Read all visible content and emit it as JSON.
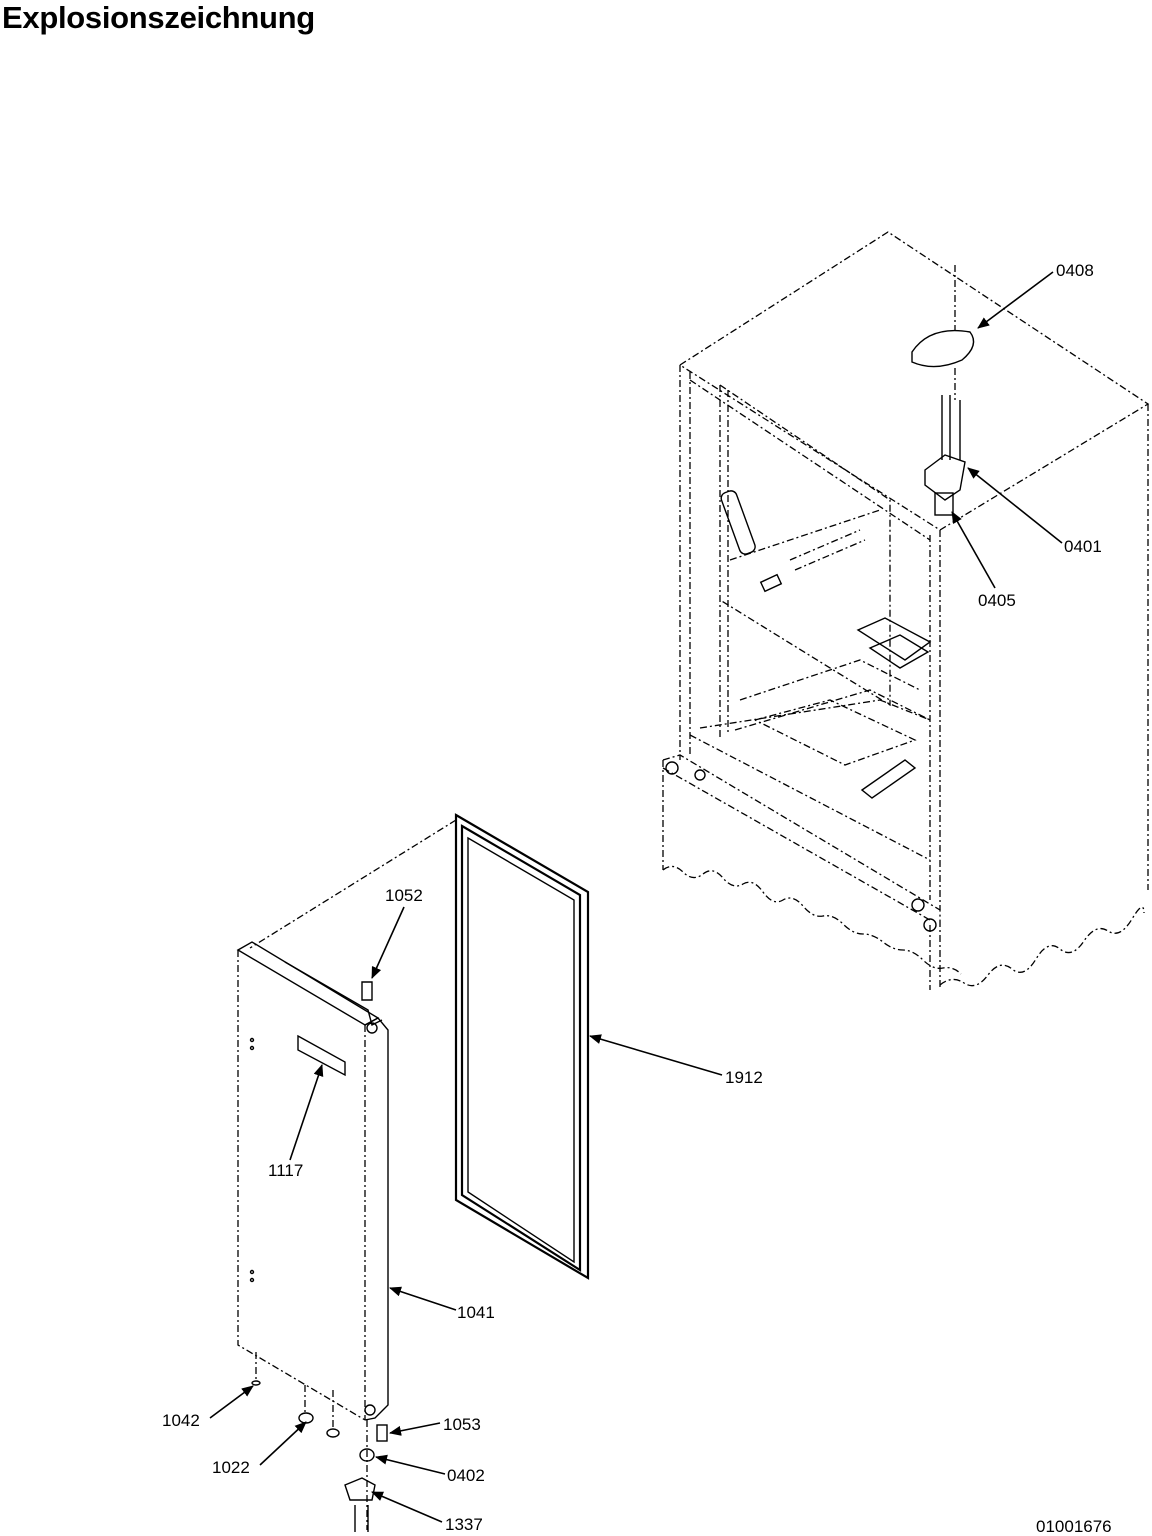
{
  "title": "Explosionszeichnung",
  "drawing_number": "01001676",
  "callouts": {
    "c0408": "0408",
    "c0401": "0401",
    "c0405": "0405",
    "c1052": "1052",
    "c1912": "1912",
    "c1117": "1117",
    "c1041": "1041",
    "c1042": "1042",
    "c1022": "1022",
    "c1053": "1053",
    "c0402": "0402",
    "c1337": "1337"
  }
}
